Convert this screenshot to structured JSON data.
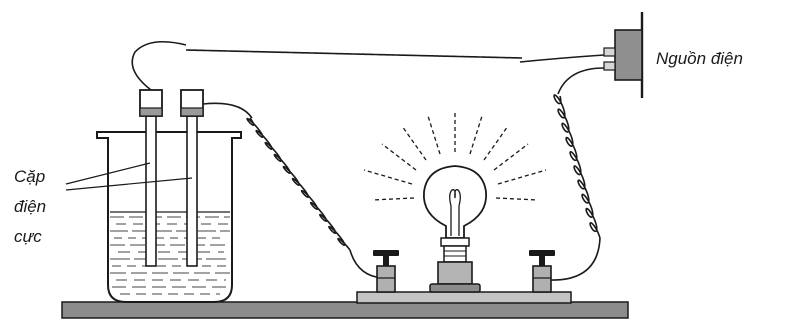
{
  "labels": {
    "power_source": "Nguồn điện",
    "electrodes_line1": "Cặp",
    "electrodes_line2": "điện",
    "electrodes_line3": "cực"
  },
  "colors": {
    "ink": "#1a1a1a",
    "table_gray": "#8c8c8c",
    "liquid_line": "#444444"
  },
  "icons": [
    "beaker",
    "electrode-pair",
    "light-bulb",
    "power-socket",
    "terminal-post",
    "coiled-wire"
  ]
}
